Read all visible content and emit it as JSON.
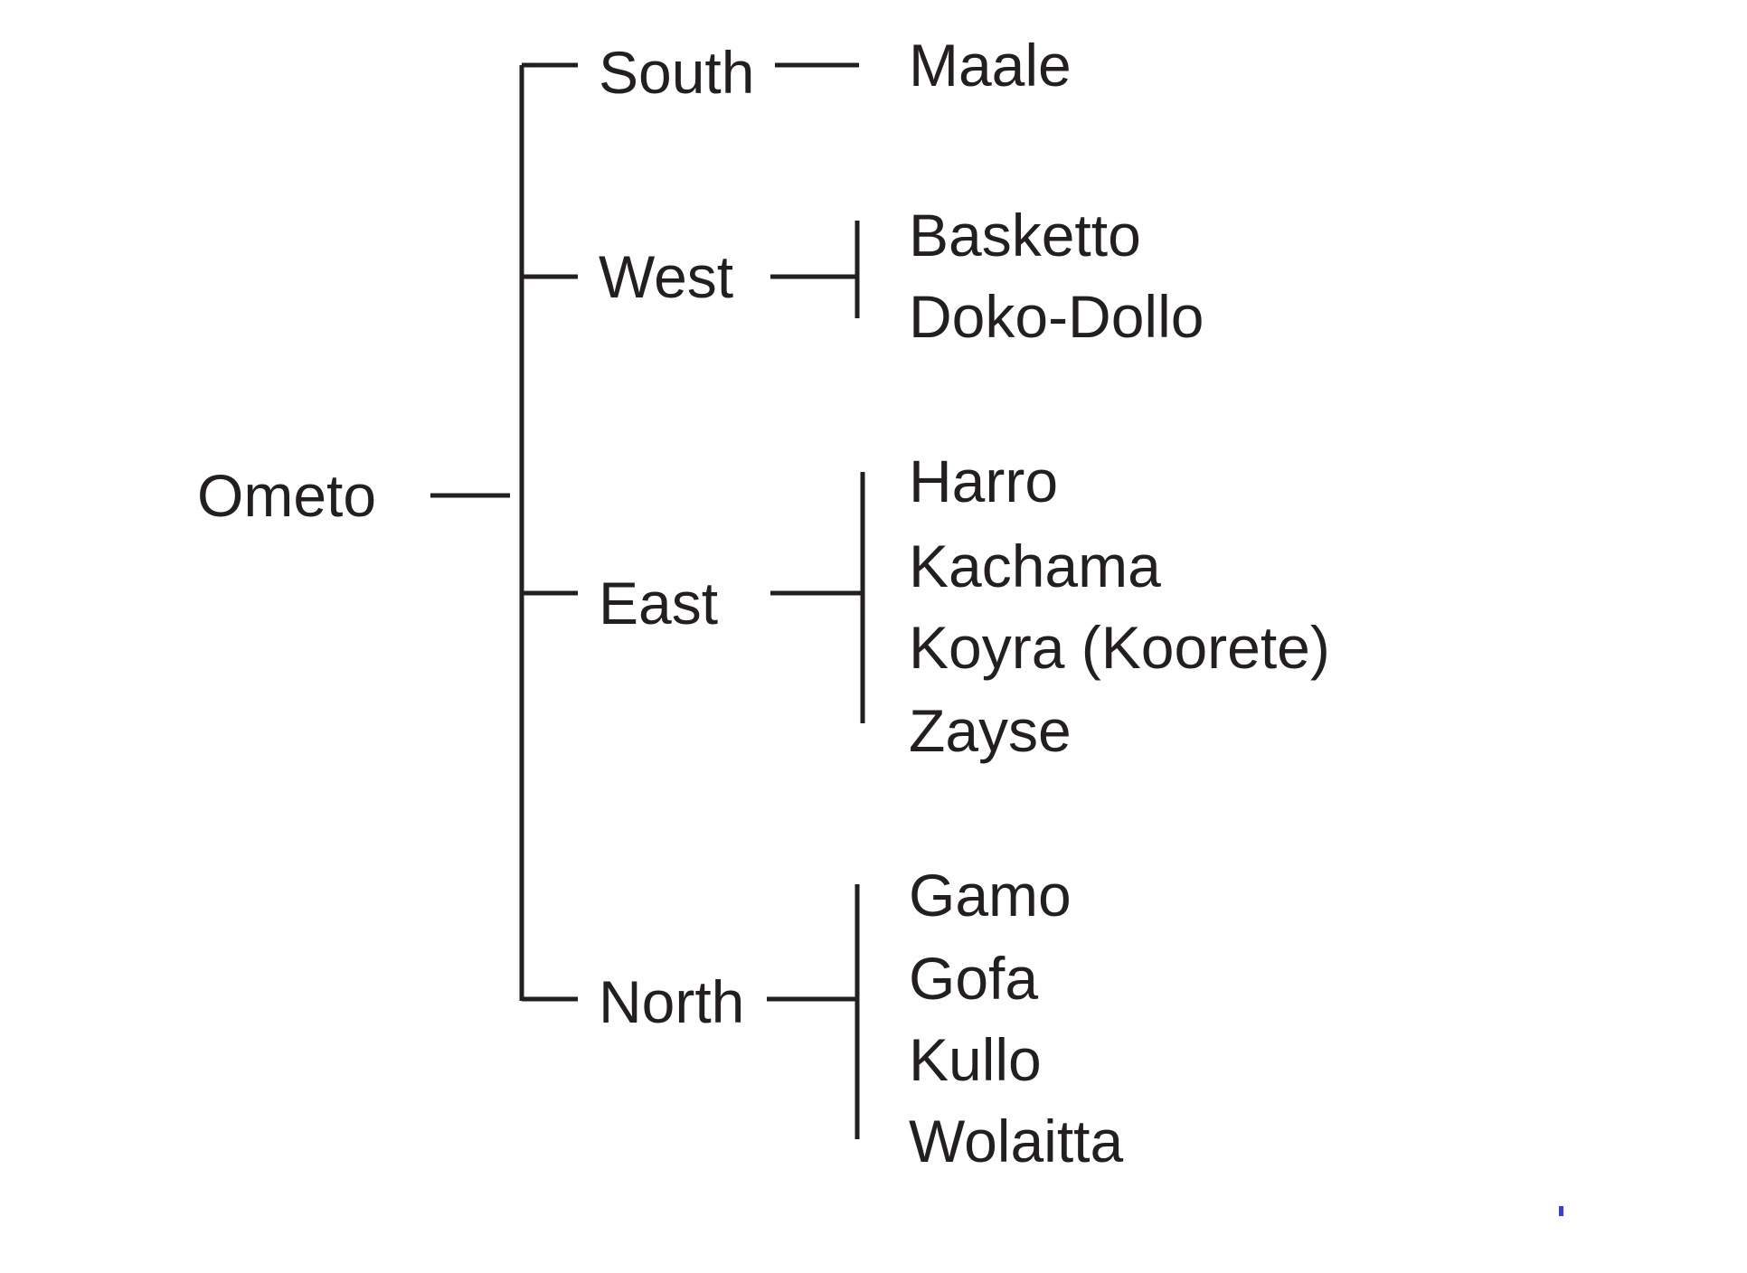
{
  "tree": {
    "root": "Ometo",
    "branches": [
      {
        "name": "South",
        "leaves": [
          "Maale"
        ]
      },
      {
        "name": "West",
        "leaves": [
          "Basketto",
          "Doko-Dollo"
        ]
      },
      {
        "name": "East",
        "leaves": [
          "Harro",
          "Kachama",
          "Koyra (Koorete)",
          "Zayse"
        ]
      },
      {
        "name": "North",
        "leaves": [
          "Gamo",
          "Gofa",
          "Kullo",
          "Wolaitta"
        ]
      }
    ]
  },
  "colors": {
    "ink": "#231f20",
    "marker": "#3a3fd0"
  }
}
